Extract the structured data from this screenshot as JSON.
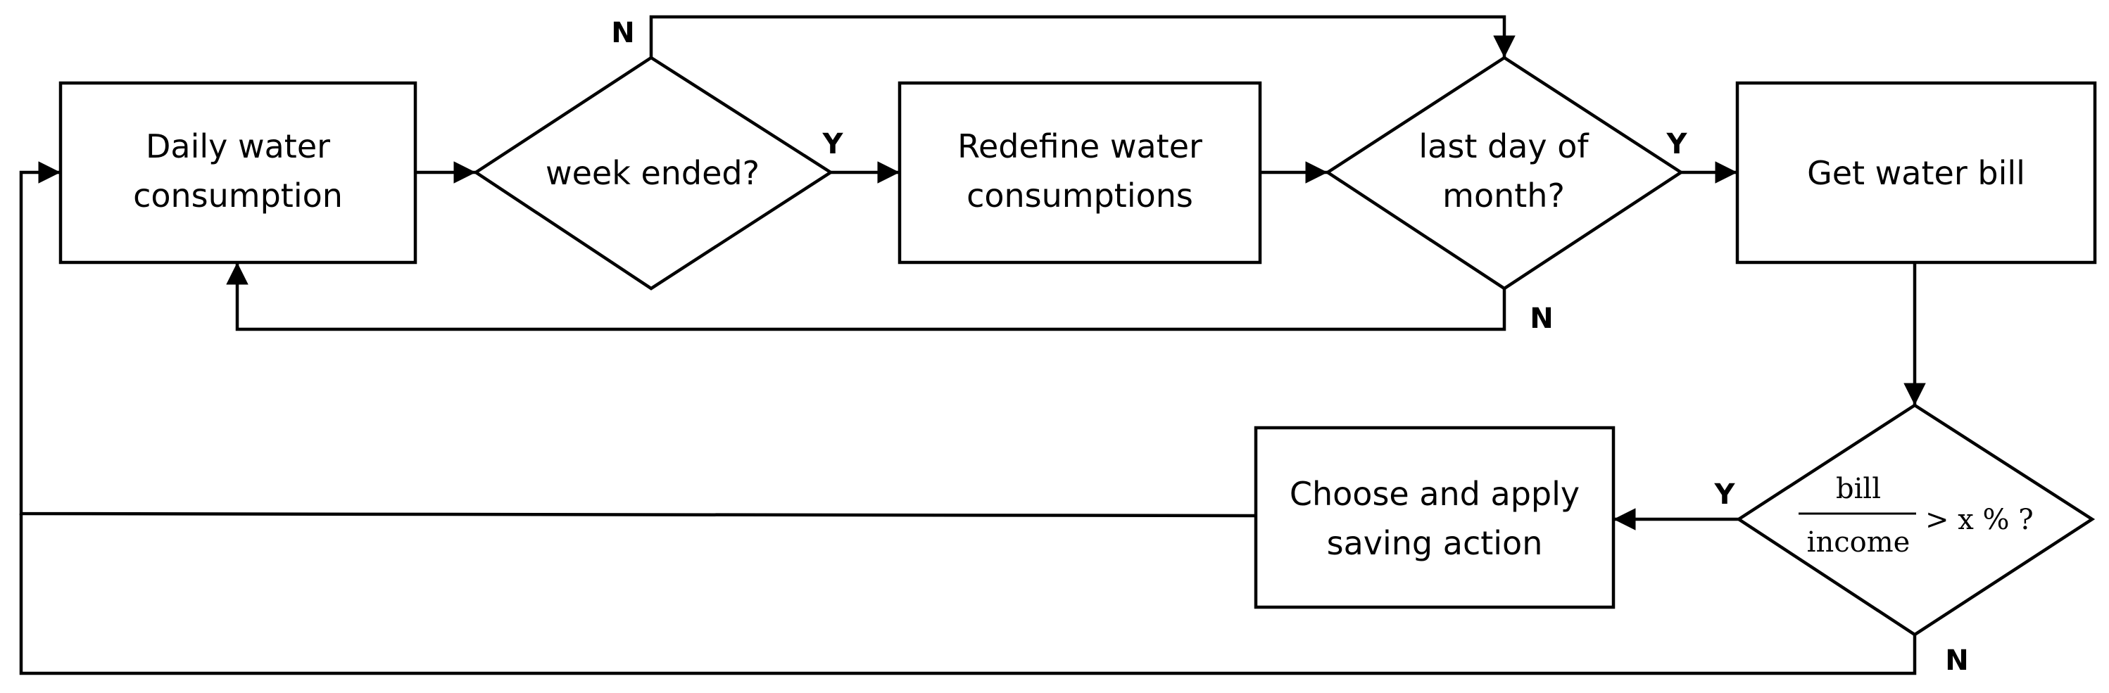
{
  "nodes": {
    "daily": {
      "line1": "Daily water",
      "line2": "consumption"
    },
    "week": {
      "label": "week ended?"
    },
    "redefine": {
      "line1": "Redefine water",
      "line2": "consumptions"
    },
    "month": {
      "line1": "last day of",
      "line2": "month?"
    },
    "bill": {
      "label": "Get water bill"
    },
    "ratio": {
      "numerator": "bill",
      "denominator": "income",
      "comparison": "> x % ?"
    },
    "saving": {
      "line1": "Choose and apply",
      "line2": "saving action"
    }
  },
  "branch_labels": {
    "week_no": "N",
    "week_yes": "Y",
    "month_yes": "Y",
    "month_no": "N",
    "ratio_yes": "Y",
    "ratio_no": "N"
  },
  "colors": {
    "stroke": "#000000",
    "background": "#ffffff"
  }
}
